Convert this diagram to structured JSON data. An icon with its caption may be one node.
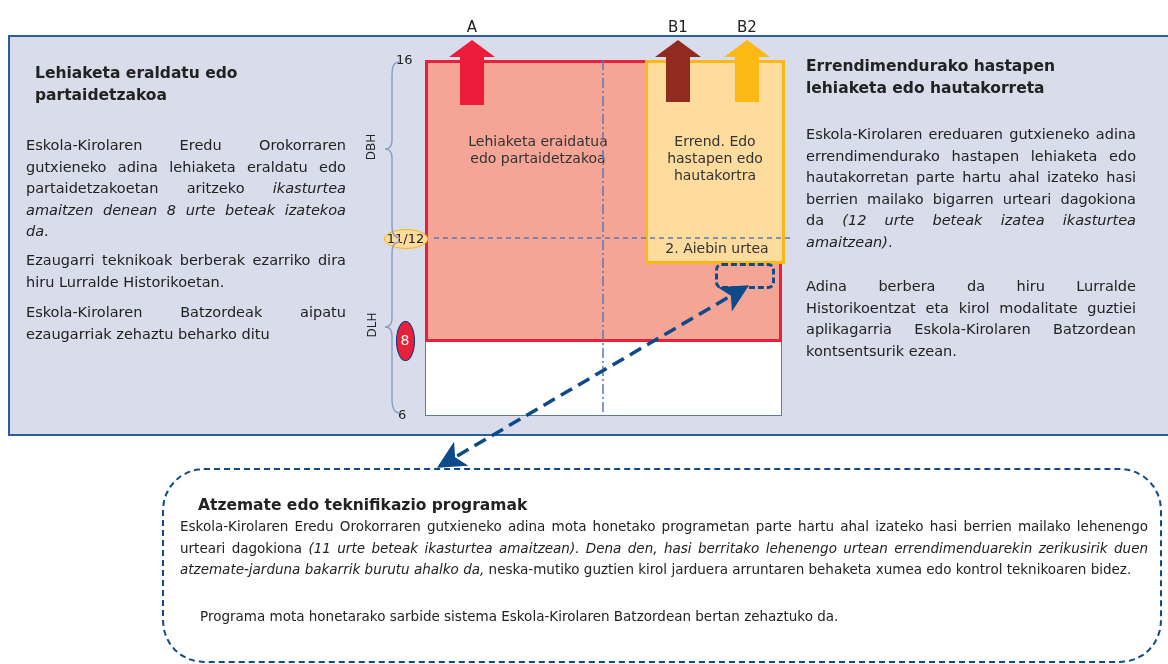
{
  "diagram": {
    "nodes": [
      {
        "text": [
          "Lehiaketa eraidatua edo partaidetzakoa"
        ]
      },
      {
        "text": [
          "Errend. Edo hastapen edo hautakortra",
          "2. Aiebin urtea"
        ],
        "in": 0
      },
      {
        "text": [],
        "shape": "box",
        "in": 0
      },
      {
        "text": [
          "Atzemate edo teknifikazio programak",
          "Eskola-Kirolaren Eredu Orokorraren gutxieneko adina mota honetako programetan parte hartu ahal izateko hasi berrien mailako lehenengo urteari dagokiona *(11 urte beteak ikasturtea amaitzean). Dena den, hasi berritako lehenengo urtean errendimenduarekin zerikusirik duen atzemate-jarduna bakarrik burutu ahalko da,* neska-mutiko guztien kirol jarduera arruntaren behaketa xumea edo kontrol teknikoaren bidez.",
          "Programa mota honetarako sarbide sistema Eskola-Kirolaren Batzordean bertan zehaztuko da."
        ]
      },
      {
        "text": [
          "11/12"
        ]
      },
      {
        "text": [
          "8"
        ]
      }
    ],
    "edges": [
      {
        "from": 0,
        "to": null,
        "arrow": "to",
        "label": "A",
        "color": "#ed1c3a"
      },
      {
        "from": 1,
        "to": null,
        "arrow": "to",
        "label": "B1",
        "color": "#922b1f"
      },
      {
        "from": 1,
        "to": null,
        "arrow": "to",
        "label": "B2",
        "color": "#fdb913"
      },
      {
        "from": 3,
        "to": 2,
        "arrow": "both",
        "style": "dashed",
        "color": "#0d4a8a"
      }
    ],
    "labels": [
      "Lehiaketa eraldatu edo partaidetzakoa",
      "Eskola-Kirolaren Eredu Orokorraren gutxieneko adina lehiaketa eraldatu edo partaidetzakoetan aritzeko *ikasturtea amaitzen denean 8 urte beteak izatekoa da*.",
      "Ezaugarri teknikoak berberak ezarriko dira hiru Lurralde Historikoetan.",
      "Eskola-Kirolaren Batzordeak aipatu ezaugarriak zehaztu beharko ditu",
      "16",
      "DBH",
      "DLH",
      "6",
      "Errendimendurako hastapen lehiaketa edo hautakorreta",
      "Eskola-Kirolaren ereduaren gutxieneko adina errendimendurako hastapen lehiaketa edo hautakorretan parte hartu ahal izateko hasi berrien mailako bigarren urteari dagokiona da *(12 urte beteak izatea ikasturtea amaitzean)*.",
      "Adina berbera da hiru Lurralde Historikoentzat eta kirol modalitate guztiei aplikagarria Eskola-Kirolaren Batzordean kontsentsurik ezean."
    ]
  }
}
